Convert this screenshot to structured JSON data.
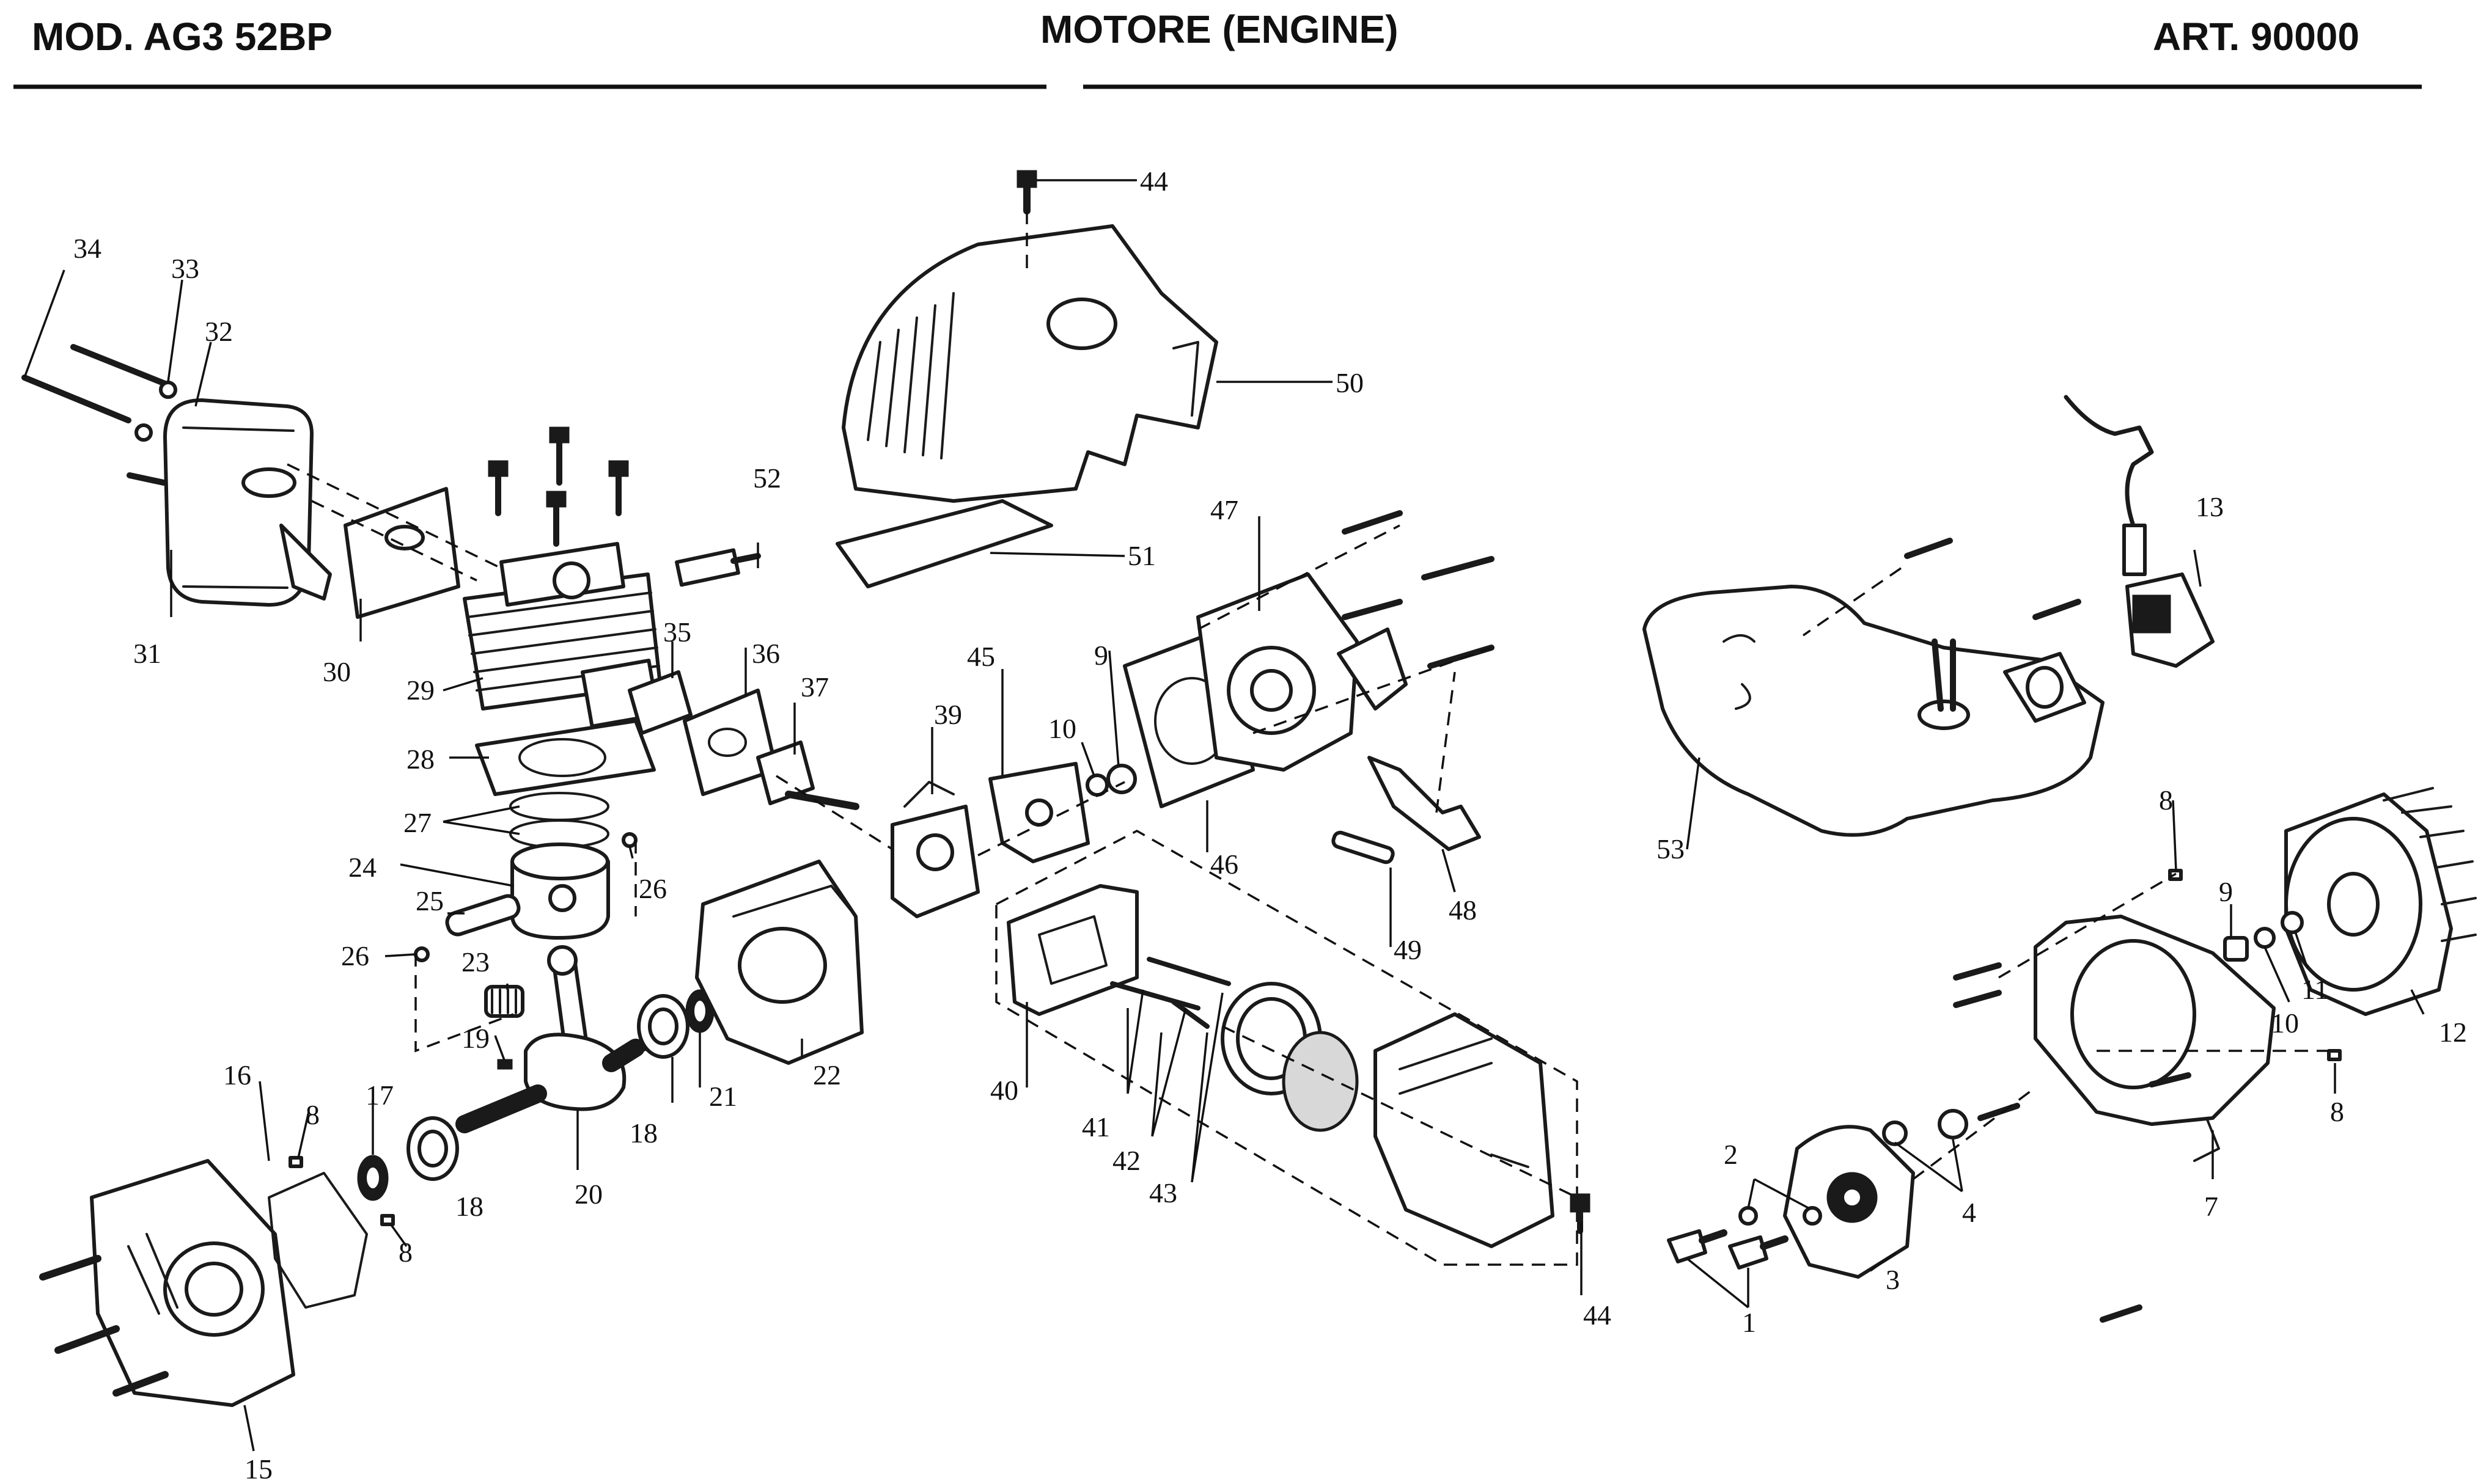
{
  "header": {
    "model": "MOD. AG3 52BP",
    "title": "MOTORE (ENGINE)",
    "article": "ART. 90000"
  },
  "callouts": {
    "c1": "1",
    "c2": "2",
    "c3": "3",
    "c4": "4",
    "c7": "7",
    "c8a": "8",
    "c8b": "8",
    "c8c": "8",
    "c8d": "8",
    "c9a": "9",
    "c9b": "9",
    "c10a": "10",
    "c10b": "10",
    "c11": "11",
    "c12": "12",
    "c13": "13",
    "c15": "15",
    "c16": "16",
    "c17": "17",
    "c18a": "18",
    "c18b": "18",
    "c19": "19",
    "c20": "20",
    "c21": "21",
    "c22": "22",
    "c23": "23",
    "c24": "24",
    "c25": "25",
    "c26a": "26",
    "c26b": "26",
    "c27": "27",
    "c28": "28",
    "c29": "29",
    "c30": "30",
    "c31": "31",
    "c32": "32",
    "c33": "33",
    "c34": "34",
    "c35": "35",
    "c36": "36",
    "c37": "37",
    "c39": "39",
    "c40": "40",
    "c41": "41",
    "c42": "42",
    "c43": "43",
    "c44a": "44",
    "c44b": "44",
    "c45": "45",
    "c46": "46",
    "c47": "47",
    "c48": "48",
    "c49": "49",
    "c50": "50",
    "c51": "51",
    "c52": "52",
    "c53": "53"
  }
}
